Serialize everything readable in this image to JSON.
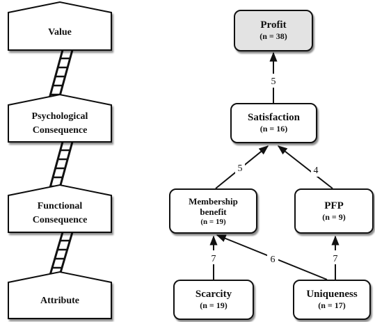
{
  "ladder": {
    "levels": [
      "Value",
      "Psychological Consequence",
      "Functional Consequence",
      "Attribute"
    ],
    "level_lines": [
      [
        "Value"
      ],
      [
        "Psychological",
        "Consequence"
      ],
      [
        "Functional",
        "Consequence"
      ],
      [
        "Attribute"
      ]
    ]
  },
  "nodes": {
    "profit": {
      "title": "Profit",
      "n": "(n = 38)"
    },
    "satisfaction": {
      "title": "Satisfaction",
      "n": "(n = 16)"
    },
    "membership": {
      "title_line1": "Membership",
      "title_line2": "benefit",
      "n": "(n = 19)"
    },
    "pfp": {
      "title": "PFP",
      "n": "(n = 9)"
    },
    "scarcity": {
      "title": "Scarcity",
      "n": "(n = 19)"
    },
    "uniqueness": {
      "title": "Uniqueness",
      "n": "(n = 17)"
    }
  },
  "edges": {
    "satisfaction_to_profit": "5",
    "membership_to_satisfaction": "5",
    "pfp_to_satisfaction": "4",
    "scarcity_to_membership": "7",
    "uniqueness_to_membership": "6",
    "uniqueness_to_pfp": "7"
  }
}
